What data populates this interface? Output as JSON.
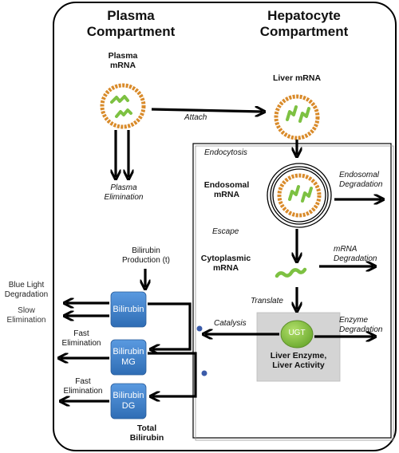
{
  "compartments": {
    "plasma": [
      "Plasma",
      "Compartment"
    ],
    "hepatocyte": [
      "Hepatocyte",
      "Compartment"
    ]
  },
  "nodes": {
    "plasma_mrna": [
      "Plasma",
      "mRNA"
    ],
    "liver_mrna": "Liver mRNA",
    "endosomal_mrna": [
      "Endosomal",
      "mRNA"
    ],
    "cytoplasmic_mrna": [
      "Cytoplasmic",
      "mRNA"
    ],
    "ugt": "UGT",
    "liver_enzyme": [
      "Liver Enzyme,",
      "Liver Activity"
    ],
    "bilirubin": "Bilirubin",
    "bilirubin_mg": [
      "Bilirubin",
      "MG"
    ],
    "bilirubin_dg": [
      "Bilirubin",
      "DG"
    ],
    "total_bilirubin": [
      "Total",
      "Bilirubin"
    ]
  },
  "processes": {
    "attach": "Attach",
    "plasma_elimination": [
      "Plasma",
      "Elimination"
    ],
    "endocytosis": "Endocytosis",
    "endosomal_degradation": [
      "Endosomal",
      "Degradation"
    ],
    "escape": "Escape",
    "mrna_degradation": [
      "mRNA",
      "Degradation"
    ],
    "translate": "Translate",
    "catalysis": "Catalysis",
    "enzyme_degradation": [
      "Enzyme",
      "Degradation"
    ],
    "bilirubin_production": [
      "Bilirubin",
      "Production (t)"
    ],
    "blue_light_degradation": [
      "Blue Light",
      "Degradation"
    ],
    "slow_elimination": [
      "Slow",
      "Elimination"
    ],
    "fast_elimination_mg": [
      "Fast",
      "Elimination"
    ],
    "fast_elimination_dg": [
      "Fast",
      "Elimination"
    ]
  },
  "colors": {
    "lipid_ring": "#d98b2b",
    "mrna_green": "#7dc142",
    "bilirubin_box": "#3f7fc6",
    "ugt_green": "#8cc63f",
    "enzyme_panel": "#d4d4d4",
    "marker_dot": "#3b5ba9"
  }
}
